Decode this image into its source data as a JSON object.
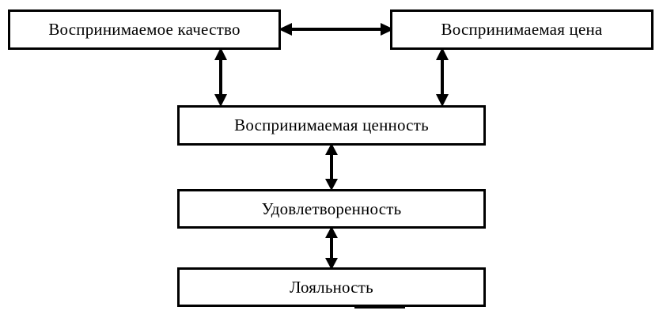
{
  "diagram": {
    "title": "",
    "colors": {
      "stroke": "#000000",
      "fill": "#ffffff",
      "text": "#000000"
    },
    "nodes": [
      {
        "id": "quality",
        "label": "Воспринимаемое качество"
      },
      {
        "id": "price",
        "label": "Воспринимаемая цена"
      },
      {
        "id": "value",
        "label": "Воспринимаемая ценность"
      },
      {
        "id": "satisfaction",
        "label": "Удовлетворенность"
      },
      {
        "id": "loyalty",
        "label": "Лояльность"
      }
    ],
    "edges": [
      {
        "id": "quality-price",
        "from": "quality",
        "to": "price",
        "direction": "bidirectional",
        "orientation": "horizontal"
      },
      {
        "id": "quality-value",
        "from": "quality",
        "to": "value",
        "direction": "bidirectional",
        "orientation": "vertical"
      },
      {
        "id": "price-value",
        "from": "price",
        "to": "value",
        "direction": "bidirectional",
        "orientation": "vertical"
      },
      {
        "id": "value-satisfaction",
        "from": "value",
        "to": "satisfaction",
        "direction": "bidirectional",
        "orientation": "vertical"
      },
      {
        "id": "satisfaction-loyalty",
        "from": "satisfaction",
        "to": "loyalty",
        "direction": "bidirectional",
        "orientation": "vertical"
      }
    ]
  }
}
